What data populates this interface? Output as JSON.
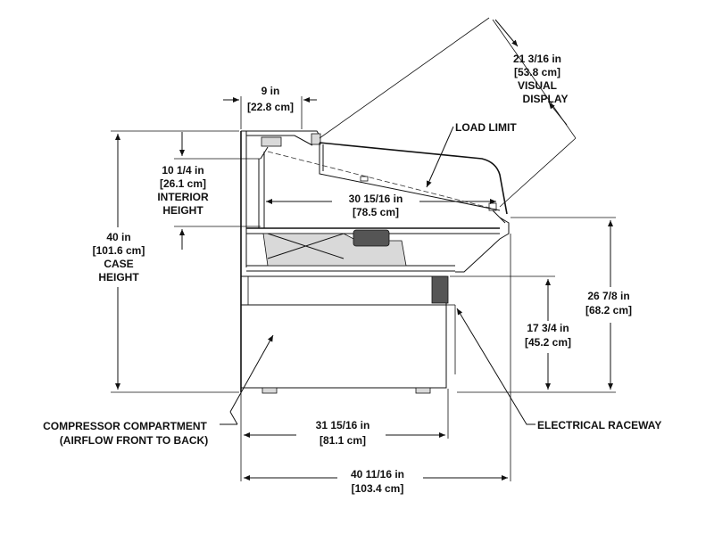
{
  "labels": {
    "visual_display": [
      "21 3/16 in",
      "[53.8 cm]",
      "VISUAL",
      "DISPLAY"
    ],
    "top_width": [
      "9 in",
      "[22.8 cm]"
    ],
    "load_limit": "LOAD LIMIT",
    "interior_height": [
      "10 1/4 in",
      "[26.1 cm]",
      "INTERIOR",
      "HEIGHT"
    ],
    "interior_depth": [
      "30 15/16 in",
      "[78.5 cm]"
    ],
    "case_height": [
      "40 in",
      "[101.6 cm]",
      "CASE",
      "HEIGHT"
    ],
    "deck_height": [
      "26 7/8 in",
      "[68.2 cm]"
    ],
    "raceway_height": [
      "17 3/4 in",
      "[45.2 cm]"
    ],
    "compressor": [
      "COMPRESSOR COMPARTMENT",
      "(AIRFLOW FRONT TO BACK)"
    ],
    "electrical_raceway": "ELECTRICAL RACEWAY",
    "base_depth": [
      "31 15/16 in",
      "[81.1 cm]"
    ],
    "overall_depth": [
      "40 11/16 in",
      "[103.4 cm]"
    ]
  }
}
